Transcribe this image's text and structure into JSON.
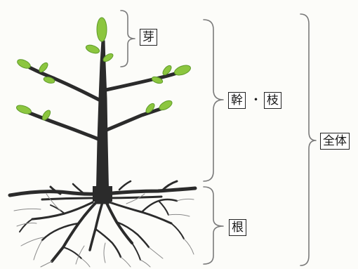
{
  "labels": {
    "bud": "芽",
    "trunk_left": "幹",
    "trunk_sep": "・",
    "trunk_right": "枝",
    "whole": "全体",
    "root": "根"
  },
  "colors": {
    "trunk": "#2b2b2b",
    "leaf": "#8cc63f",
    "leaf_edge": "#5e9a2a",
    "brace": "#7a7a7a",
    "background": "#fcfcf9"
  }
}
